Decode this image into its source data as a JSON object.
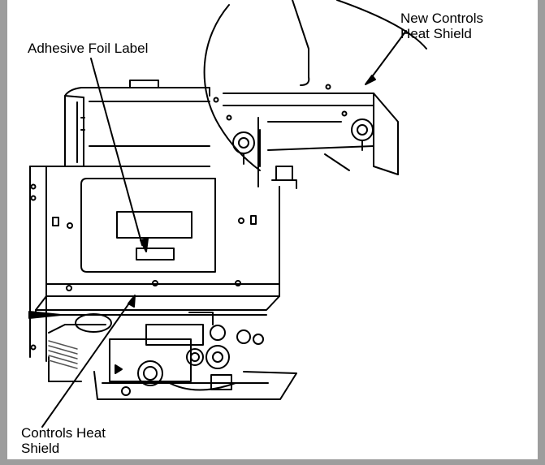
{
  "labels": {
    "adhesive_foil": "Adhesive Foil Label",
    "new_controls_line1": "New Controls",
    "new_controls_line2": "Heat Shield",
    "controls_shield_line1": "Controls Heat",
    "controls_shield_line2": "Shield"
  },
  "colors": {
    "frame": "#9d9d9d",
    "panel": "#ffffff",
    "ink": "#000000",
    "hatch": "#555555"
  }
}
